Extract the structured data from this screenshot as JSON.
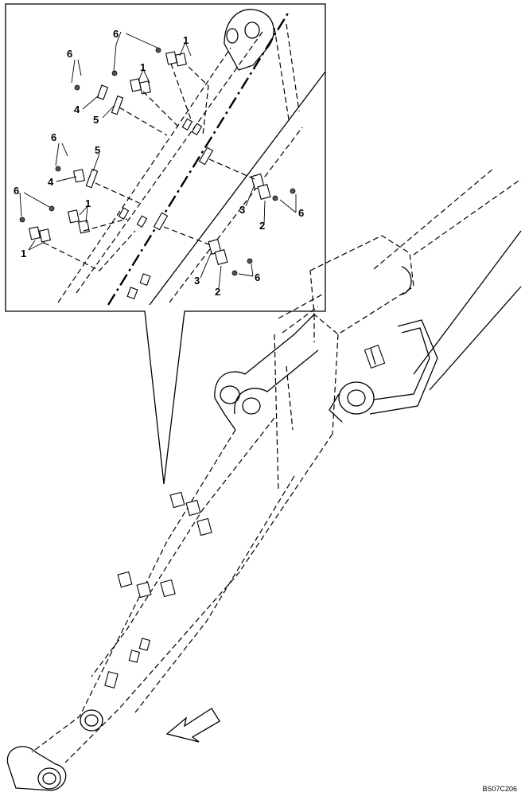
{
  "figure": {
    "drawing_code": "BS07C206",
    "callouts": {
      "clamp_upper": "1",
      "clamp_lower": "2",
      "spacer_plate": "3",
      "shim": "4",
      "strip": "5",
      "bolt": "6"
    }
  }
}
